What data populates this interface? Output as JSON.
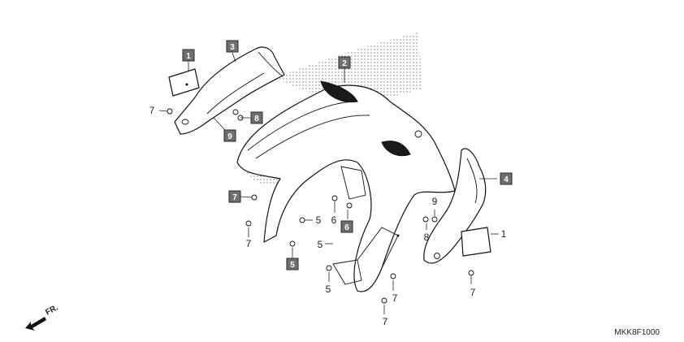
{
  "diagram": {
    "part_code": "MKK8F1000",
    "front_label": "FR.",
    "callouts_boxed": [
      {
        "id": "c1a",
        "label": "1"
      },
      {
        "id": "c3",
        "label": "3"
      },
      {
        "id": "c2",
        "label": "2"
      },
      {
        "id": "c8",
        "label": "8"
      },
      {
        "id": "c9",
        "label": "9"
      },
      {
        "id": "c7a",
        "label": "7"
      },
      {
        "id": "c6",
        "label": "6"
      },
      {
        "id": "c5",
        "label": "5"
      },
      {
        "id": "c4",
        "label": "4"
      }
    ],
    "callouts_plain": [
      {
        "id": "p7a",
        "label": "7"
      },
      {
        "id": "p7b",
        "label": "7"
      },
      {
        "id": "p5a",
        "label": "5"
      },
      {
        "id": "p6",
        "label": "6"
      },
      {
        "id": "p5b",
        "label": "5"
      },
      {
        "id": "p5c",
        "label": "5"
      },
      {
        "id": "p9",
        "label": "9"
      },
      {
        "id": "p8",
        "label": "8"
      },
      {
        "id": "p1",
        "label": "1"
      },
      {
        "id": "p7c",
        "label": "7"
      },
      {
        "id": "p7d",
        "label": "7"
      },
      {
        "id": "p7e",
        "label": "7"
      }
    ]
  }
}
